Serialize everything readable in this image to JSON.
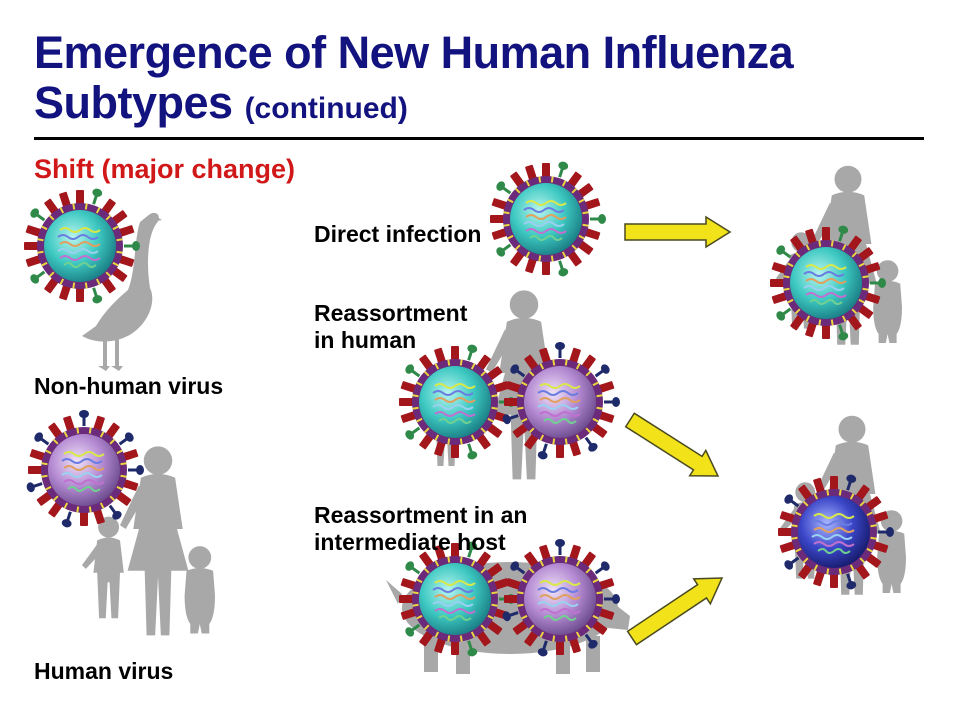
{
  "slide": {
    "title_line1": "Emergence of New Human Influenza",
    "title_line2": "Subtypes",
    "title_suffix": "(continued)",
    "subtitle": "Shift (major change)"
  },
  "labels": {
    "non_human_virus": "Non-human virus",
    "human_virus": "Human virus",
    "direct_infection": "Direct infection",
    "reassortment_human_l1": "Reassortment",
    "reassortment_human_l2": "in human",
    "reassortment_intermediate_l1": "Reassortment in an",
    "reassortment_intermediate_l2": "intermediate host"
  },
  "colors": {
    "title": "#13137f",
    "subtitle": "#d01818",
    "silhouette": "#a8a8a8",
    "arrow_fill": "#f2e21a",
    "arrow_stroke": "#4a4a20",
    "spike_red": "#a3161c",
    "spike_green": "#2f8a4a",
    "spike_navy": "#1f2a6b",
    "envelope": "#6b2a7a",
    "core_nonhuman": "#3ec9c2",
    "core_human": "#b48ad2",
    "core_new": "#2a2f9e"
  }
}
